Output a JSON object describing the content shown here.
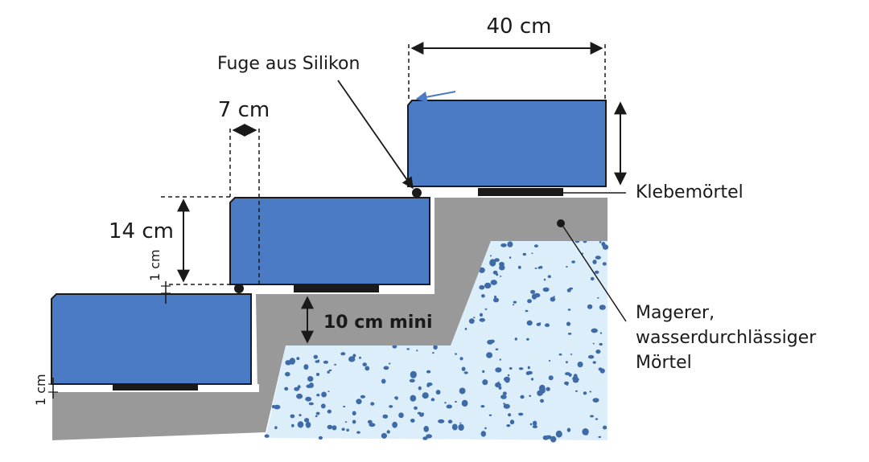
{
  "labels": {
    "width_40": "40 cm",
    "joint": "Fuge aus Silikon",
    "offset_7": "7 cm",
    "height_14": "14 cm",
    "adhesive": "Klebemörtel",
    "gap_1cm_top": "1 cm",
    "gap_1cm_bottom": "1 cm",
    "min_10": "10 cm mini",
    "mortar_line1": "Magerer,",
    "mortar_line2": "wasserdurchlässiger",
    "mortar_line3": "Mörtel"
  },
  "colors": {
    "step_blue": "#4a7bc4",
    "mortar_gray": "#999999",
    "gravel_light": "#dbeefa",
    "gravel_dots": "#3e6aa8",
    "adhesive_black": "#1a1a1a"
  }
}
